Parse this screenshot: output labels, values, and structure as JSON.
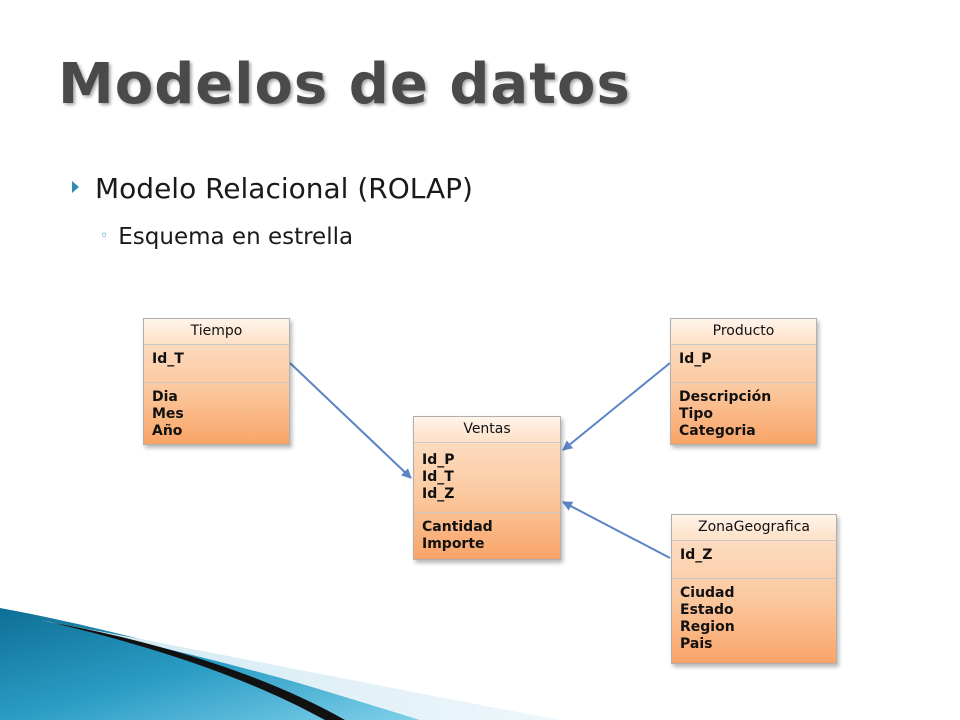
{
  "slide": {
    "title": "Modelos de datos",
    "bullet_level1": "Modelo Relacional (ROLAP)",
    "bullet_level2": "Esquema en estrella"
  },
  "entities": {
    "tiempo": {
      "name": "Tiempo",
      "keys": [
        "Id_T"
      ],
      "attributes": [
        "Dia",
        "Mes",
        "Año"
      ]
    },
    "producto": {
      "name": "Producto",
      "keys": [
        "Id_P"
      ],
      "attributes": [
        "Descripción",
        "Tipo",
        "Categoria"
      ]
    },
    "ventas": {
      "name": "Ventas",
      "keys": [
        "Id_P",
        "Id_T",
        "Id_Z"
      ],
      "attributes": [
        "Cantidad",
        "Importe"
      ]
    },
    "zona": {
      "name": "ZonaGeografica",
      "keys": [
        "Id_Z"
      ],
      "attributes": [
        "Ciudad",
        "Estado",
        "Region",
        "Pais"
      ]
    }
  },
  "colors": {
    "title": "#4a4a4a",
    "bullet_marker": "#2f8fb0",
    "connector": "#5b84c4",
    "entity_fill_top": "#fde4cf",
    "entity_fill_bottom": "#f9a468"
  }
}
